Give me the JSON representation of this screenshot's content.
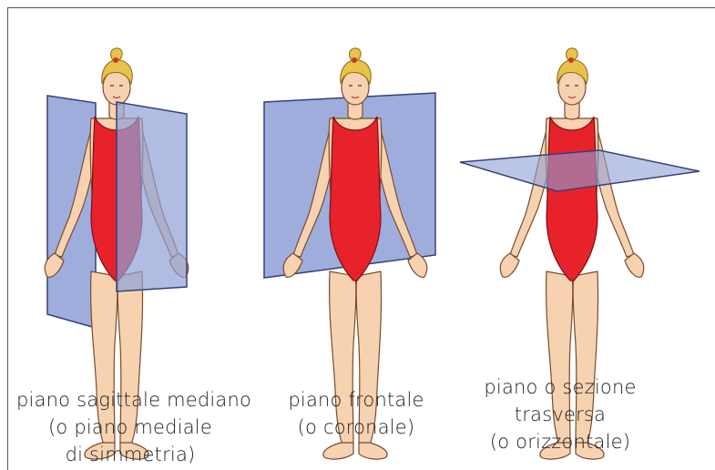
{
  "panels": [
    {
      "id": "sagittal",
      "caption_lines": [
        "piano sagittale mediano",
        "(o piano mediale",
        "di simmetria)"
      ]
    },
    {
      "id": "frontal",
      "caption_lines": [
        "piano frontale",
        "(o coronale)"
      ]
    },
    {
      "id": "transverse",
      "caption_lines": [
        "piano o sezione",
        "trasversa",
        "(o orizzontale)"
      ]
    }
  ],
  "colors": {
    "skin": "#f7d2b0",
    "skin_line": "#7a4b2e",
    "swimsuit": "#e8222b",
    "hair": "#e9c24a",
    "plane_fill": "#8e9fd6",
    "plane_edge": "#36407a"
  }
}
